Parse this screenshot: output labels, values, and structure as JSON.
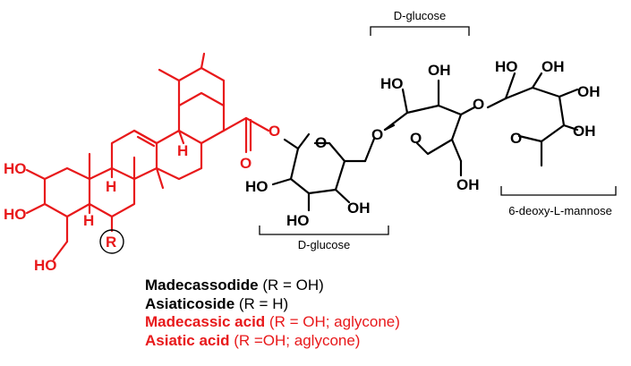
{
  "labels": {
    "ho": "HO",
    "oh": "OH",
    "o": "O",
    "h": "H",
    "r": "R"
  },
  "sugars": {
    "top_glucose": "D-glucose",
    "bottom_glucose": "D-glucose",
    "rhamnose": "6-deoxy-L-mannose"
  },
  "compounds": [
    {
      "name": "Madecassodide",
      "detail": " (R = OH)",
      "color": "#000000"
    },
    {
      "name": "Asiaticoside",
      "detail": " (R = H)",
      "color": "#000000"
    },
    {
      "name": "Madecassic acid",
      "detail": " (R = OH; aglycone)",
      "color": "#e8191b"
    },
    {
      "name": "Asiatic acid",
      "detail": " (R =OH; aglycone)",
      "color": "#e8191b"
    }
  ],
  "colors": {
    "aglycone_highlight": "#e8191b",
    "structure": "#000000"
  }
}
